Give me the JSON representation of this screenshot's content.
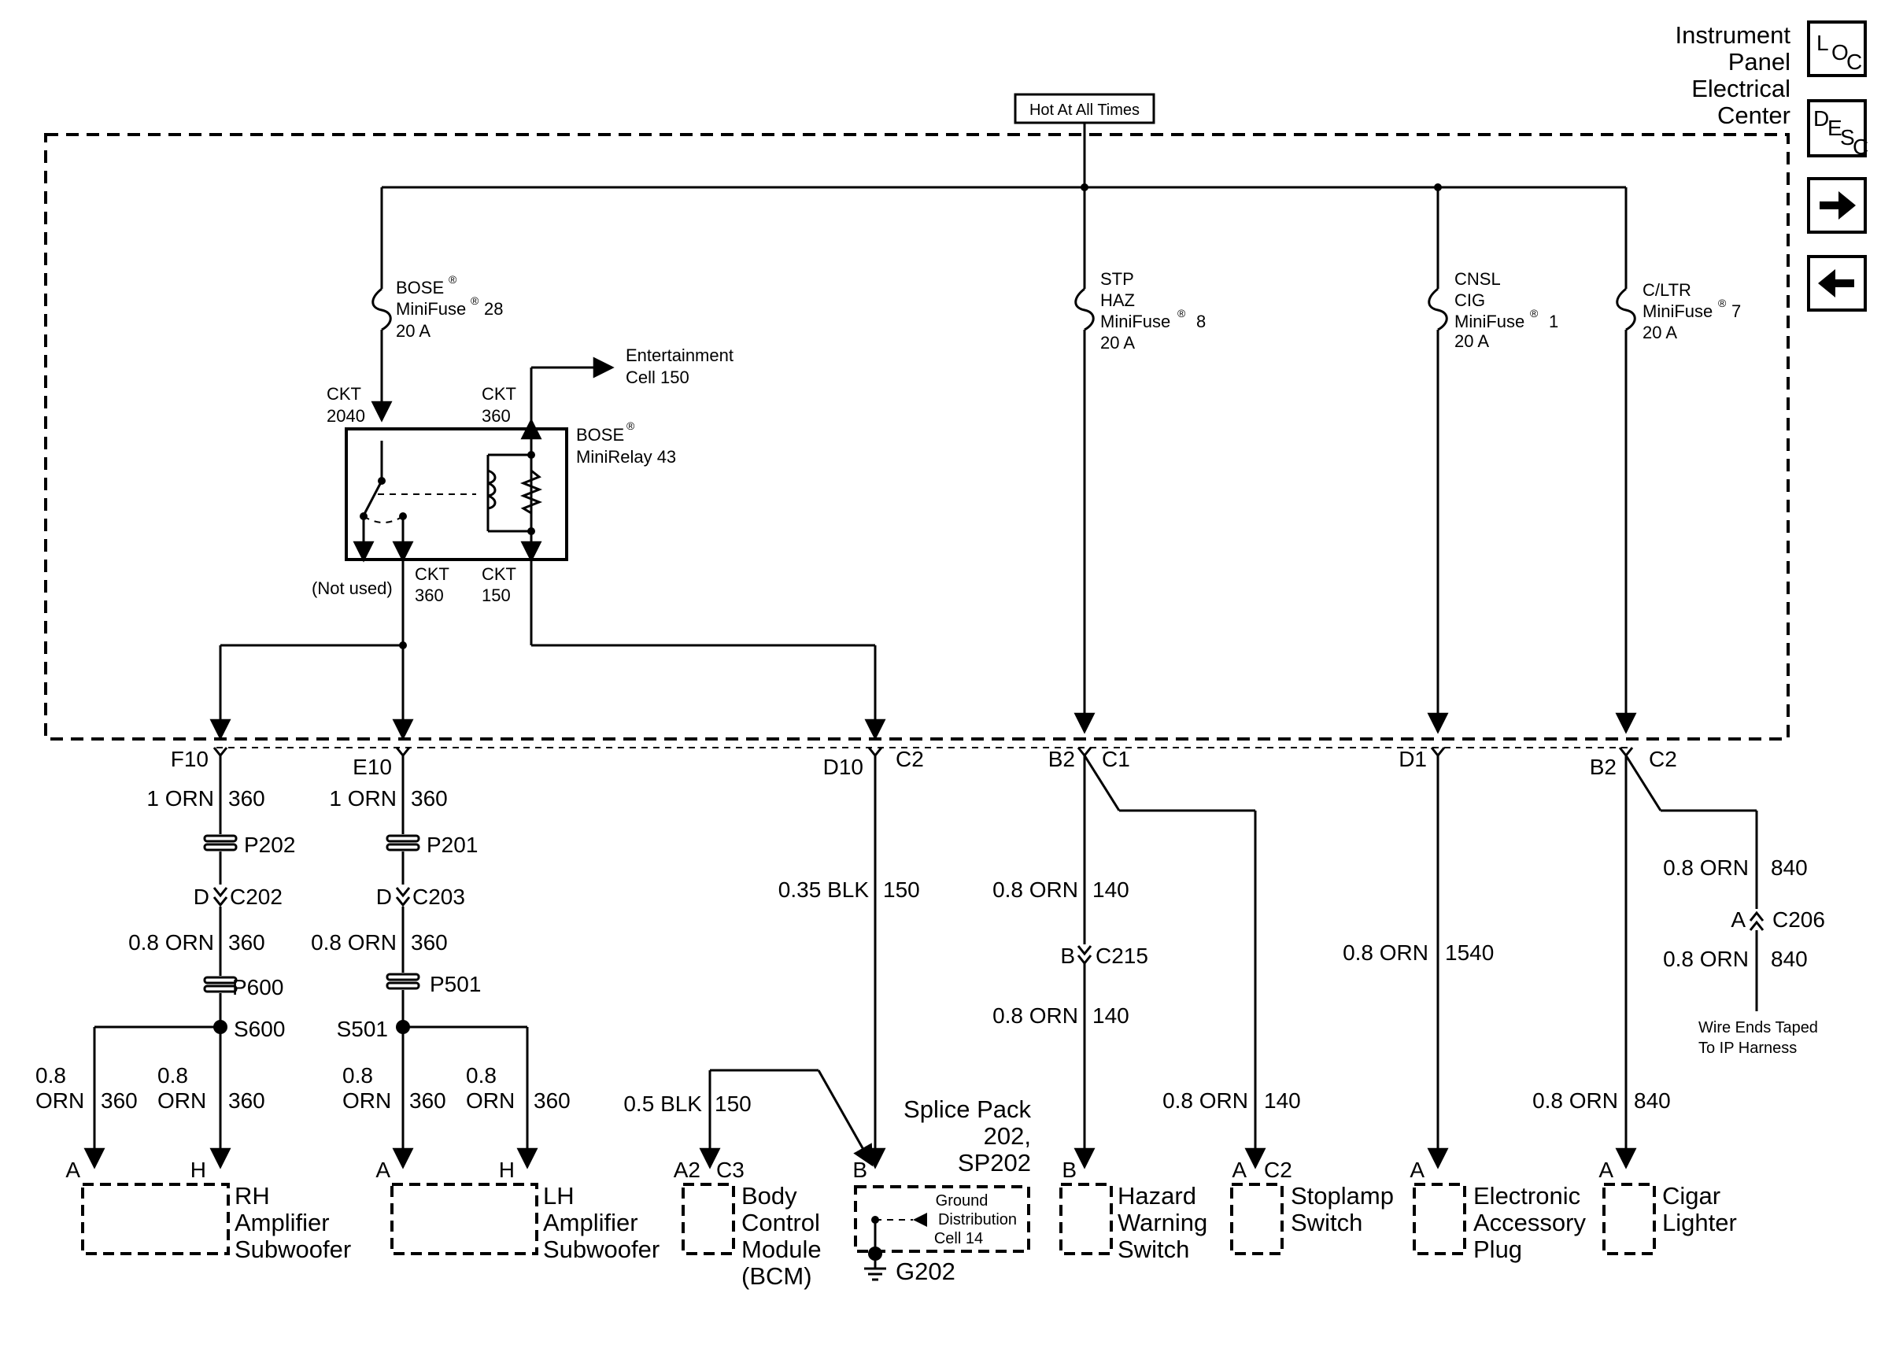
{
  "header": {
    "line1": "Instrument",
    "line2": "Panel",
    "line3": "Electrical",
    "line4": "Center"
  },
  "hot_label": "Hot At All Times",
  "nav": {
    "loc": {
      "l": "L",
      "o": "O",
      "c": "C"
    },
    "desc": {
      "d": "D",
      "e": "E",
      "s": "S",
      "c": "C"
    },
    "next_glyph": "➔",
    "prev_glyph": "⬅"
  },
  "fuses": {
    "bose": {
      "l1": "BOSE",
      "l2": "MiniFuse",
      "num": "28",
      "rating": "20 A"
    },
    "stp": {
      "l1": "STP",
      "l2": "HAZ",
      "l3": "MiniFuse",
      "num": "8",
      "rating": "20 A"
    },
    "cnsl": {
      "l1": "CNSL",
      "l2": "CIG",
      "l3": "MiniFuse",
      "num": "1",
      "rating": "20 A"
    },
    "cltr": {
      "l1": "C/LTR",
      "l2": "MiniFuse",
      "num": "7",
      "rating": "20 A"
    },
    "reg": "®"
  },
  "relay": {
    "name": "BOSE",
    "sub": "MiniRelay 43",
    "ckt": "CKT",
    "c2040": "2040",
    "c360": "360",
    "c150": "150",
    "not_used": "(Not used)",
    "ent1": "Entertainment",
    "ent2": "Cell 150"
  },
  "conn": {
    "f10": "F10",
    "e10": "E10",
    "d10": "D10",
    "c2": "C2",
    "b2": "B2",
    "c1": "C1",
    "d1": "D1",
    "p202": "P202",
    "p201": "P201",
    "c202": "C202",
    "c203": "C203",
    "d": "D",
    "p600": "P600",
    "p501": "P501",
    "s600": "S600",
    "s501": "S501",
    "c215": "C215",
    "b": "B",
    "c206": "C206",
    "a": "A",
    "h": "H",
    "a2": "A2",
    "c3": "C3"
  },
  "wires": {
    "orn1": "1 ORN",
    "w360": "360",
    "orn08": "0.8 ORN",
    "blk035": "0.35 BLK",
    "w150": "150",
    "w140": "140",
    "w1540": "1540",
    "w840": "840",
    "n08": "0.8",
    "orn": "ORN",
    "blk05": "0.5 BLK"
  },
  "taped": {
    "l1": "Wire Ends Taped",
    "l2": "To IP Harness"
  },
  "splice": {
    "l1": "Splice Pack",
    "l2": "202,",
    "l3": "SP202"
  },
  "ground": {
    "l1": "Ground",
    "l2": "Distribution",
    "l3": "Cell 14",
    "g202": "G202"
  },
  "components": {
    "rh": {
      "l1": "RH",
      "l2": "Amplifier",
      "l3": "Subwoofer"
    },
    "lh": {
      "l1": "LH",
      "l2": "Amplifier",
      "l3": "Subwoofer"
    },
    "bcm": {
      "l1": "Body",
      "l2": "Control",
      "l3": "Module",
      "l4": "(BCM)"
    },
    "hazard": {
      "l1": "Hazard",
      "l2": "Warning",
      "l3": "Switch"
    },
    "stoplamp": {
      "l1": "Stoplamp",
      "l2": "Switch"
    },
    "eap": {
      "l1": "Electronic",
      "l2": "Accessory",
      "l3": "Plug"
    },
    "cigar": {
      "l1": "Cigar",
      "l2": "Lighter"
    }
  }
}
